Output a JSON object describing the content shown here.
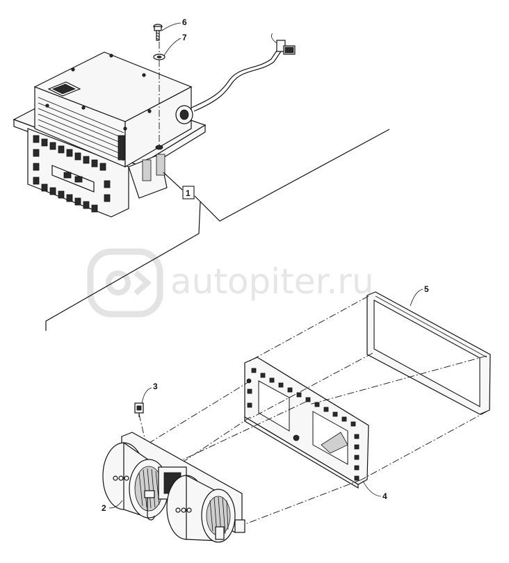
{
  "watermark": {
    "text": "autopiter.ru",
    "logo_icon": "autopiter-logo-icon"
  },
  "callouts": {
    "c1": "1",
    "c2": "2",
    "c3": "3",
    "c4": "4",
    "c5": "5",
    "c6": "6",
    "c7": "7"
  }
}
